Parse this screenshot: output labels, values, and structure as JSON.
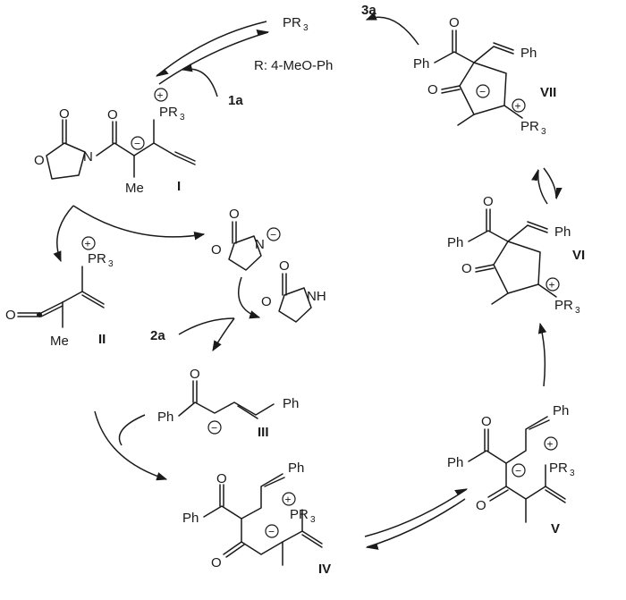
{
  "reagents": {
    "phosphine": "PR",
    "phosphine_sub": "3",
    "r_def": "R: 4-MeO-Ph",
    "sub_1a": "1a",
    "sub_2a": "2a",
    "prod_3a": "3a"
  },
  "intermediates": {
    "I": "I",
    "II": "II",
    "III": "III",
    "IV": "IV",
    "V": "V",
    "VI": "VI",
    "VII": "VII"
  },
  "groups": {
    "Ph": "Ph",
    "Me": "Me",
    "O": "O",
    "N": "N",
    "NH": "NH",
    "PR": "PR",
    "sub3": "3"
  },
  "charges": {
    "plus": "+",
    "minus": "−"
  }
}
